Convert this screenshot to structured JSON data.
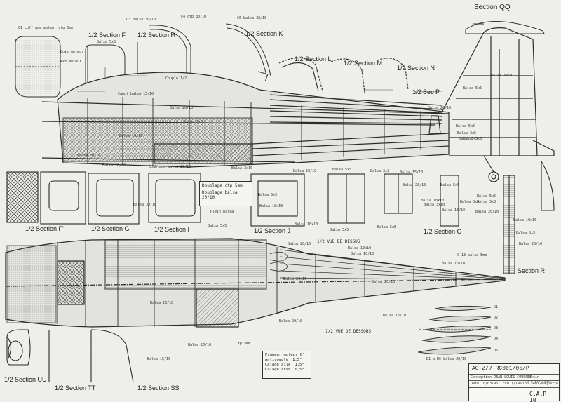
{
  "section_titles": {
    "QQ": "Section QQ",
    "F": "1/2 Section F",
    "H": "1/2 Section H",
    "K": "1/2 Section K",
    "L": "1/2 Section L",
    "M": "1/2 Section M",
    "N": "1/2 Section N",
    "P": "1/2 Sec P",
    "F2": "1/2 Section F'",
    "G": "1/2 Section G",
    "I": "1/2 Section I",
    "J": "1/2 Section J",
    "O": "1/2 Section O",
    "R": "Section R",
    "UU": "1/2 Section UU",
    "TT": "1/2 Section TT",
    "SS": "1/2 Section SS"
  },
  "views": {
    "top": "1/2 VUE DE DESSUS",
    "bottom": "1/2 VUE DE DESSOUS"
  },
  "notes": [
    "C1 coffrage moteur ctp 5mm",
    "C3 balsa 30/10",
    "C4 ctp 30/10",
    "C6 balsa 30/10",
    "Balsa 5x5",
    "Bois moteur",
    "Axe moteur",
    "Couple 1/2",
    "Capot balsa 15/10",
    "Balsa 20/10",
    "Balsa 5x5",
    "Balsa 10x10",
    "Doublage balsa 20/10",
    "Balsa 3x10",
    "Balsa 20/10",
    "Balsa 5x5",
    "Balsa 3x3",
    "Balsa 15/10",
    "Balsa 30/10",
    "Balsa 5x5",
    "Balsa 10x10",
    "Balsa 3x5",
    "Balsa 10x10",
    "Balsa 3x5",
    "Balsa 5x5",
    "Balsa 5x5",
    "Plein balsa",
    "Balsa 3x10",
    "Balsa 5x5",
    "Balsa 3x5",
    "Balsa 20/10",
    "Balsa 5x5",
    "Balsa 3x5",
    "Balsa 5x5",
    "Balsa 20/10",
    "Balsa 15/10",
    "Balsa 10x10",
    "Balsa 5x5",
    "Balsa 20/10",
    "Balsa 20/10",
    "Balsa 10x10",
    "Balsa 20/10",
    "Balsa 15/10",
    "Balsa 5x5",
    "Balsa 3x3",
    "Balsa 10x10",
    "Balsa 3x10",
    "Balsa 3x3",
    "Balsa 20/10",
    "Balsa 20/10",
    "Balsa 15/10",
    "C 18 balsa 5mm",
    "Balsa 15/10",
    "Balsa 20/10",
    "Balsa 20/10",
    "Balsa 10/10",
    "Balsa 15/10",
    "Balsa 20/10",
    "Balsa 20/10",
    "Balsa 20/10",
    "Ctp 5mm"
  ],
  "legend": {
    "line1": "Doublage ctp 5mm",
    "line2": "Doublage balsa 20/10",
    "line3": "Doublage balsa"
  },
  "settings": {
    "title": "Piqueur moteur  0°",
    "rows": [
      [
        "Anticouple",
        "1,5°"
      ],
      [
        "Calage aile",
        "1,5°"
      ],
      [
        "Calage stab",
        "0,5°"
      ]
    ]
  },
  "title_block": {
    "ref": "AO-Z/7-RC001/05/P",
    "row1": "Conception JEAN-LOUIS COUSSOT",
    "row1b": "Dessin J.L.COUSSOT",
    "row2": "Date 10/03/95",
    "row2b": "Ech 1/1",
    "row3": "Avion semi-maquette",
    "sheet": "C.A.P. 10"
  },
  "ribs": [
    "D1",
    "D2",
    "D3",
    "D4",
    "D5"
  ],
  "ribs_note": "D1 a D6 balsa 20/10"
}
